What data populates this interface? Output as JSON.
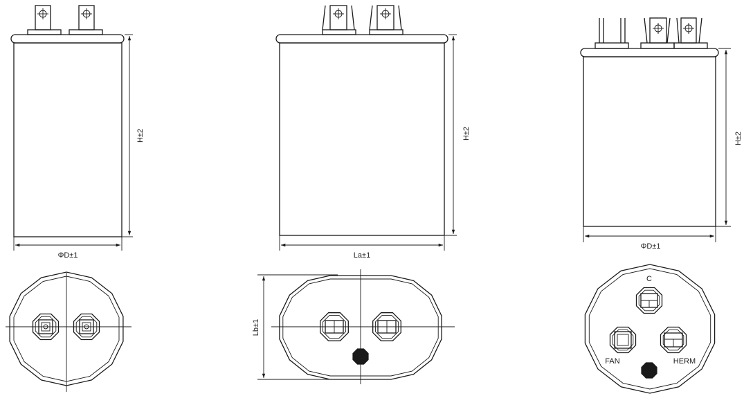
{
  "views": {
    "round_single": {
      "height_label": "H±2",
      "diameter_label": "ΦD±1"
    },
    "oval": {
      "height_label": "H±2",
      "length_label": "La±1",
      "width_label": "Lb±1"
    },
    "round_dual": {
      "height_label": "H±2",
      "diameter_label": "ΦD±1",
      "terminal_labels": {
        "common": "C",
        "fan": "FAN",
        "herm": "HERM"
      }
    }
  }
}
